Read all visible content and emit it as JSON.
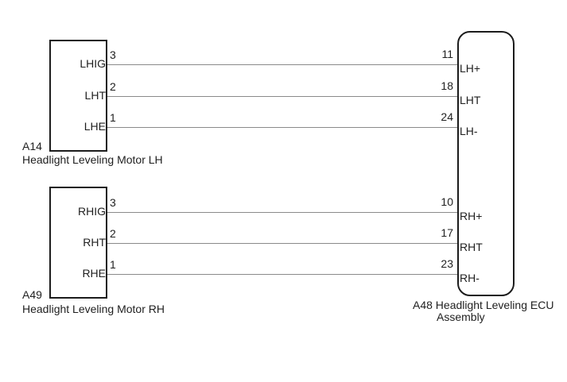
{
  "colors": {
    "background": "#ffffff",
    "box_border": "#1c1c1c",
    "wire": "#8a8a8a",
    "text": "#1f1f1f"
  },
  "left_connectors": [
    {
      "code": "A14",
      "name": "Headlight Leveling Motor LH"
    },
    {
      "code": "A49",
      "name": "Headlight Leveling Motor RH"
    }
  ],
  "ecu": {
    "label_line1": "A48 Headlight Leveling ECU",
    "label_line2": "Assembly"
  },
  "rows": [
    {
      "left_label": "LHIG",
      "left_pin": "3",
      "right_pin": "11",
      "right_label": "LH+"
    },
    {
      "left_label": "LHT",
      "left_pin": "2",
      "right_pin": "18",
      "right_label": "LHT"
    },
    {
      "left_label": "LHE",
      "left_pin": "1",
      "right_pin": "24",
      "right_label": "LH-"
    },
    {
      "left_label": "RHIG",
      "left_pin": "3",
      "right_pin": "10",
      "right_label": "RH+"
    },
    {
      "left_label": "RHT",
      "left_pin": "2",
      "right_pin": "17",
      "right_label": "RHT"
    },
    {
      "left_label": "RHE",
      "left_pin": "1",
      "right_pin": "23",
      "right_label": "RH-"
    }
  ]
}
